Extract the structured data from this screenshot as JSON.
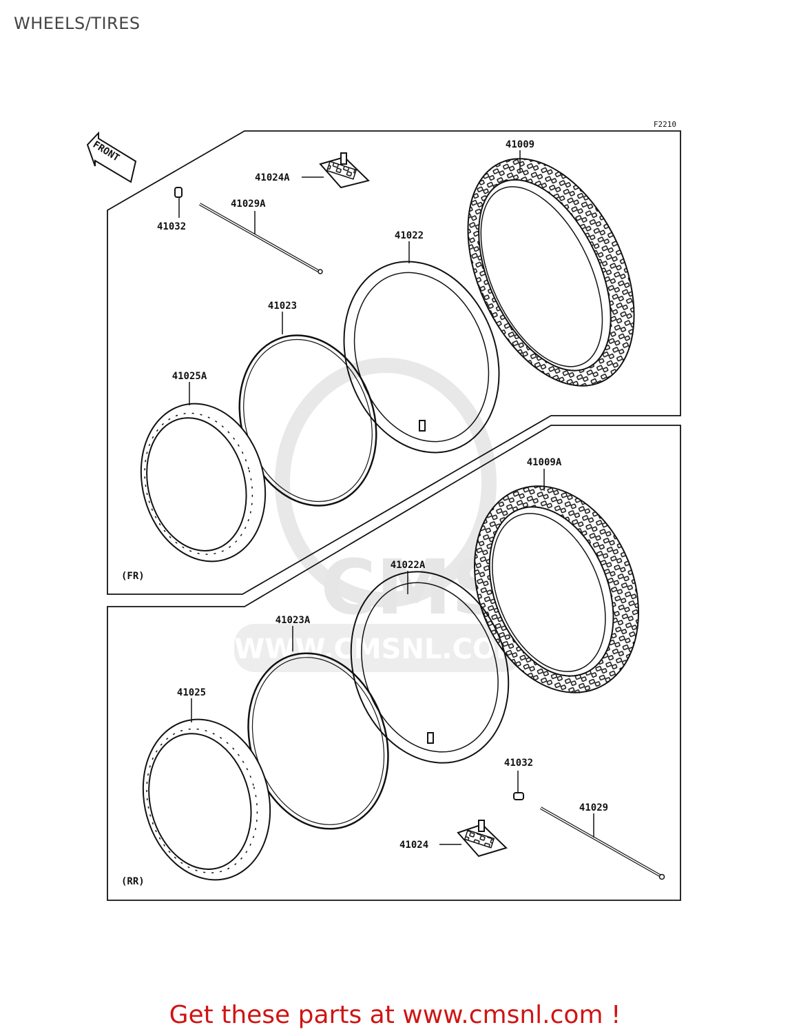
{
  "page": {
    "title": "WHEELS/TIRES"
  },
  "diagram": {
    "code": "F2210",
    "front_label": "FRONT",
    "watermark": {
      "url_text": "WWW.CMSNL.COM",
      "logo_text": "CMS"
    },
    "sections": {
      "front": "(FR)",
      "rear": "(RR)"
    },
    "parts": {
      "p41009": "41009",
      "p41024A": "41024A",
      "p41029A": "41029A",
      "p41032a": "41032",
      "p41022": "41022",
      "p41023": "41023",
      "p41025A": "41025A",
      "p41009A": "41009A",
      "p41022A": "41022A",
      "p41023A": "41023A",
      "p41025": "41025",
      "p41032b": "41032",
      "p41029": "41029",
      "p41024": "41024"
    }
  },
  "footer": {
    "text": "Get these parts at www.cmsnl.com !"
  }
}
